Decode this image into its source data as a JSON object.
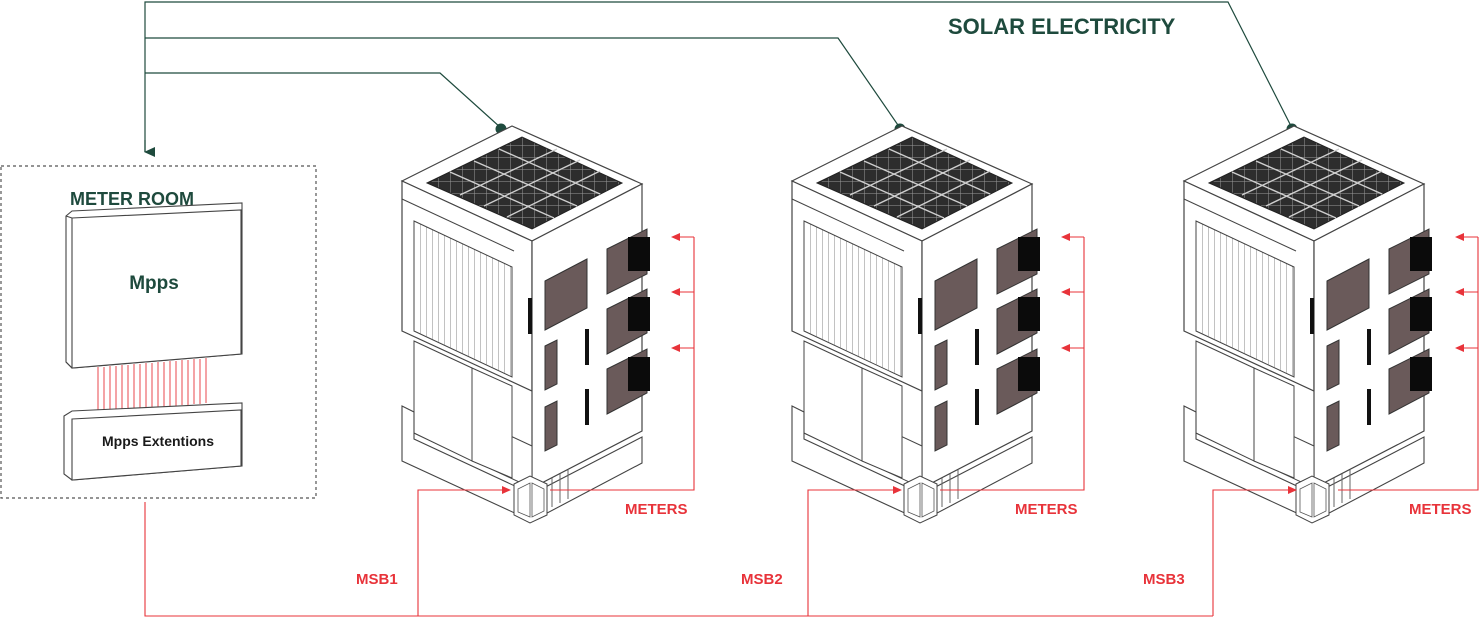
{
  "title": "SOLAR ELECTRICITY",
  "meter_room": {
    "label": "METER ROOM",
    "main_unit": "Mpps",
    "extension_unit": "Mpps Extentions"
  },
  "buildings": [
    {
      "msb_label": "MSB1",
      "meters_label": "METERS"
    },
    {
      "msb_label": "MSB2",
      "meters_label": "METERS"
    },
    {
      "msb_label": "MSB3",
      "meters_label": "METERS"
    }
  ],
  "colors": {
    "dark_green": "#1e4a3d",
    "red": "#e8333a",
    "panel": "#2d2d2d",
    "window": "#6a5a5a",
    "outline": "#444444"
  }
}
